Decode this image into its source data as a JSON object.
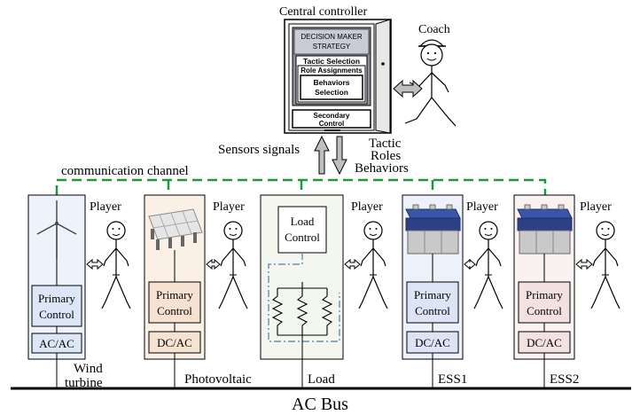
{
  "central_controller": {
    "title": "Central controller",
    "strategy_line1": "DECISION MAKER",
    "strategy_line2": "STRATEGY",
    "tactic_selection": "Tactic Selection",
    "role_assignments": "Role Assignments",
    "behaviors_line1": "Behaviors",
    "behaviors_line2": "Selection",
    "secondary_line1": "Secondary",
    "secondary_line2": "Control"
  },
  "coach": {
    "label": "Coach"
  },
  "signals": {
    "sensors": "Sensors signals",
    "tactic": "Tactic",
    "roles": "Roles",
    "behaviors": "Behaviors"
  },
  "communication_channel": "communication channel",
  "player_label": "Player",
  "units": [
    {
      "id": "wind",
      "top_label": "",
      "primary_line1": "Primary",
      "primary_line2": "Control",
      "converter": "AC/AC",
      "name_line1": "Wind",
      "name_line2": "turbine",
      "fill": "#edf2fb"
    },
    {
      "id": "pv",
      "top_label": "",
      "primary_line1": "Primary",
      "primary_line2": "Control",
      "converter": "DC/AC",
      "name_line1": "Photovoltaic",
      "name_line2": "",
      "fill": "#fbf0e6"
    },
    {
      "id": "load",
      "top_label": "Load Control",
      "top_line1": "Load",
      "top_line2": "Control",
      "name_line1": "Load",
      "name_line2": "",
      "fill": "#f3f7ee"
    },
    {
      "id": "ess1",
      "primary_line1": "Primary",
      "primary_line2": "Control",
      "converter": "DC/AC",
      "name_line1": "ESS1",
      "name_line2": "",
      "fill": "#edf1fb"
    },
    {
      "id": "ess2",
      "primary_line1": "Primary",
      "primary_line2": "Control",
      "converter": "DC/AC",
      "name_line1": "ESS2",
      "name_line2": "",
      "fill": "#faf1f1"
    }
  ],
  "bus_label": "AC Bus",
  "colors": {
    "comm_channel": "#1a9a3a",
    "bus": "#000000",
    "arrow_fill": "#bfbfbf",
    "controller_panel": "#8a8fa0",
    "dash_blue": "#4a7fa8"
  }
}
